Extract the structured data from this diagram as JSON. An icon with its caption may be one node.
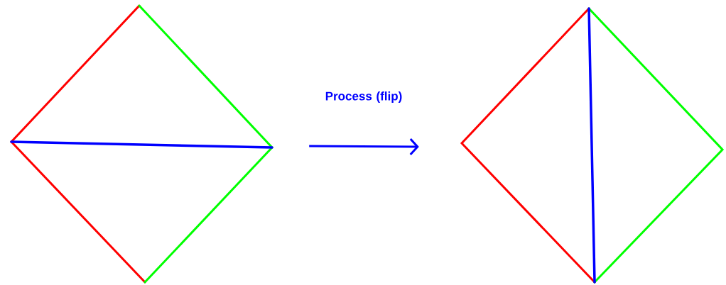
{
  "diagram": {
    "nodes": [
      {
        "text": [],
        "shape": "picture"
      },
      {
        "text": [],
        "shape": "picture"
      }
    ],
    "edges": [
      {
        "from": 0,
        "to": 1,
        "arrow": "to",
        "label": "Process (flip)"
      }
    ]
  }
}
